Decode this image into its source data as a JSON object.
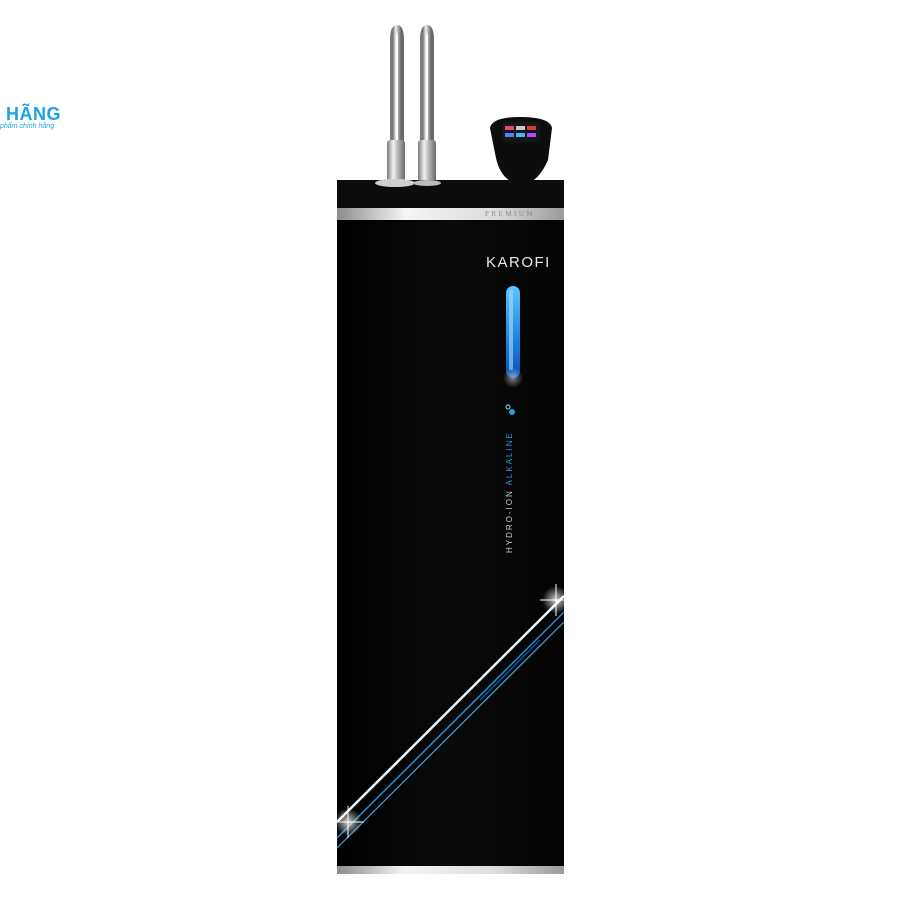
{
  "badge": {
    "title": "HÃNG",
    "subtitle": "phẩm chính hãng"
  },
  "product": {
    "brand": "KAROFI",
    "edition": "PREMIUM",
    "feature_label_1": "HYDRO-ION",
    "feature_label_2": "ALKALINE"
  },
  "colors": {
    "body": "#050505",
    "accent_blue": "#1fa3e6",
    "metal": "#c8c8c8"
  }
}
